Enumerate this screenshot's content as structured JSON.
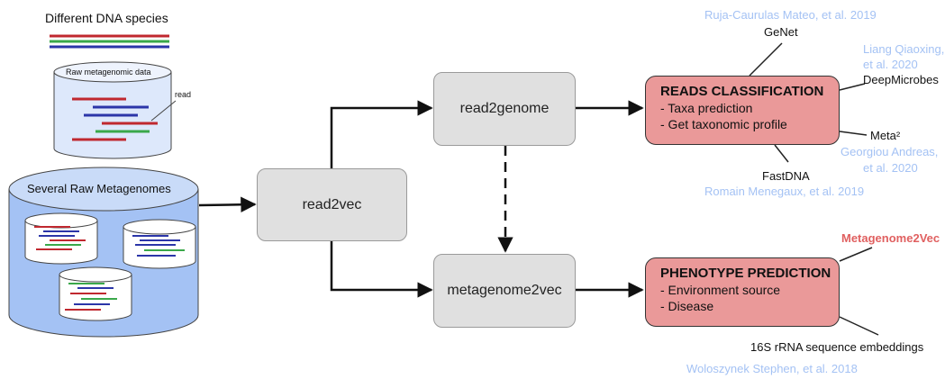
{
  "legend_title": "Different DNA species",
  "raw_label": "Raw metagenomic data",
  "read_label": "read",
  "several_label": "Several Raw Metagenomes",
  "nodes": {
    "read2vec": "read2vec",
    "read2genome": "read2genome",
    "metagenome2vec": "metagenome2vec"
  },
  "reads_box": {
    "title": "READS CLASSIFICATION",
    "items": [
      "- Taxa prediction",
      "- Get taxonomic profile"
    ]
  },
  "pheno_box": {
    "title": "PHENOTYPE PREDICTION",
    "items": [
      "- Environment source",
      "- Disease"
    ]
  },
  "methods": {
    "genet": "GeNet",
    "deepmicrobes": "DeepMicrobes",
    "meta2": "Meta²",
    "fastdna": "FastDNA",
    "metagenome2vec": "Metagenome2Vec",
    "rrna": "16S rRNA sequence embeddings"
  },
  "refs": {
    "ruja": "Ruja-Caurulas Mateo, et al. 2019",
    "liang1": "Liang Qiaoxing,",
    "liang2": "et al. 2020",
    "georgiou1": "Georgiou Andreas,",
    "georgiou2": "et al. 2020",
    "romain": "Romain Menegaux, et al. 2019",
    "woloszynek": "Woloszynek Stephen, et al. 2018"
  },
  "colors": {
    "red_strand": "#c0282f",
    "green_strand": "#3aa84a",
    "blue_strand": "#2b35a8",
    "node_fill": "#e0e0e0",
    "task_fill": "#ea9999",
    "cylinder_fill": "#a4c2f4",
    "cylinder_light": "#dde8fb",
    "reference_text": "#a4c2f4",
    "highlight_method": "#e06060"
  }
}
